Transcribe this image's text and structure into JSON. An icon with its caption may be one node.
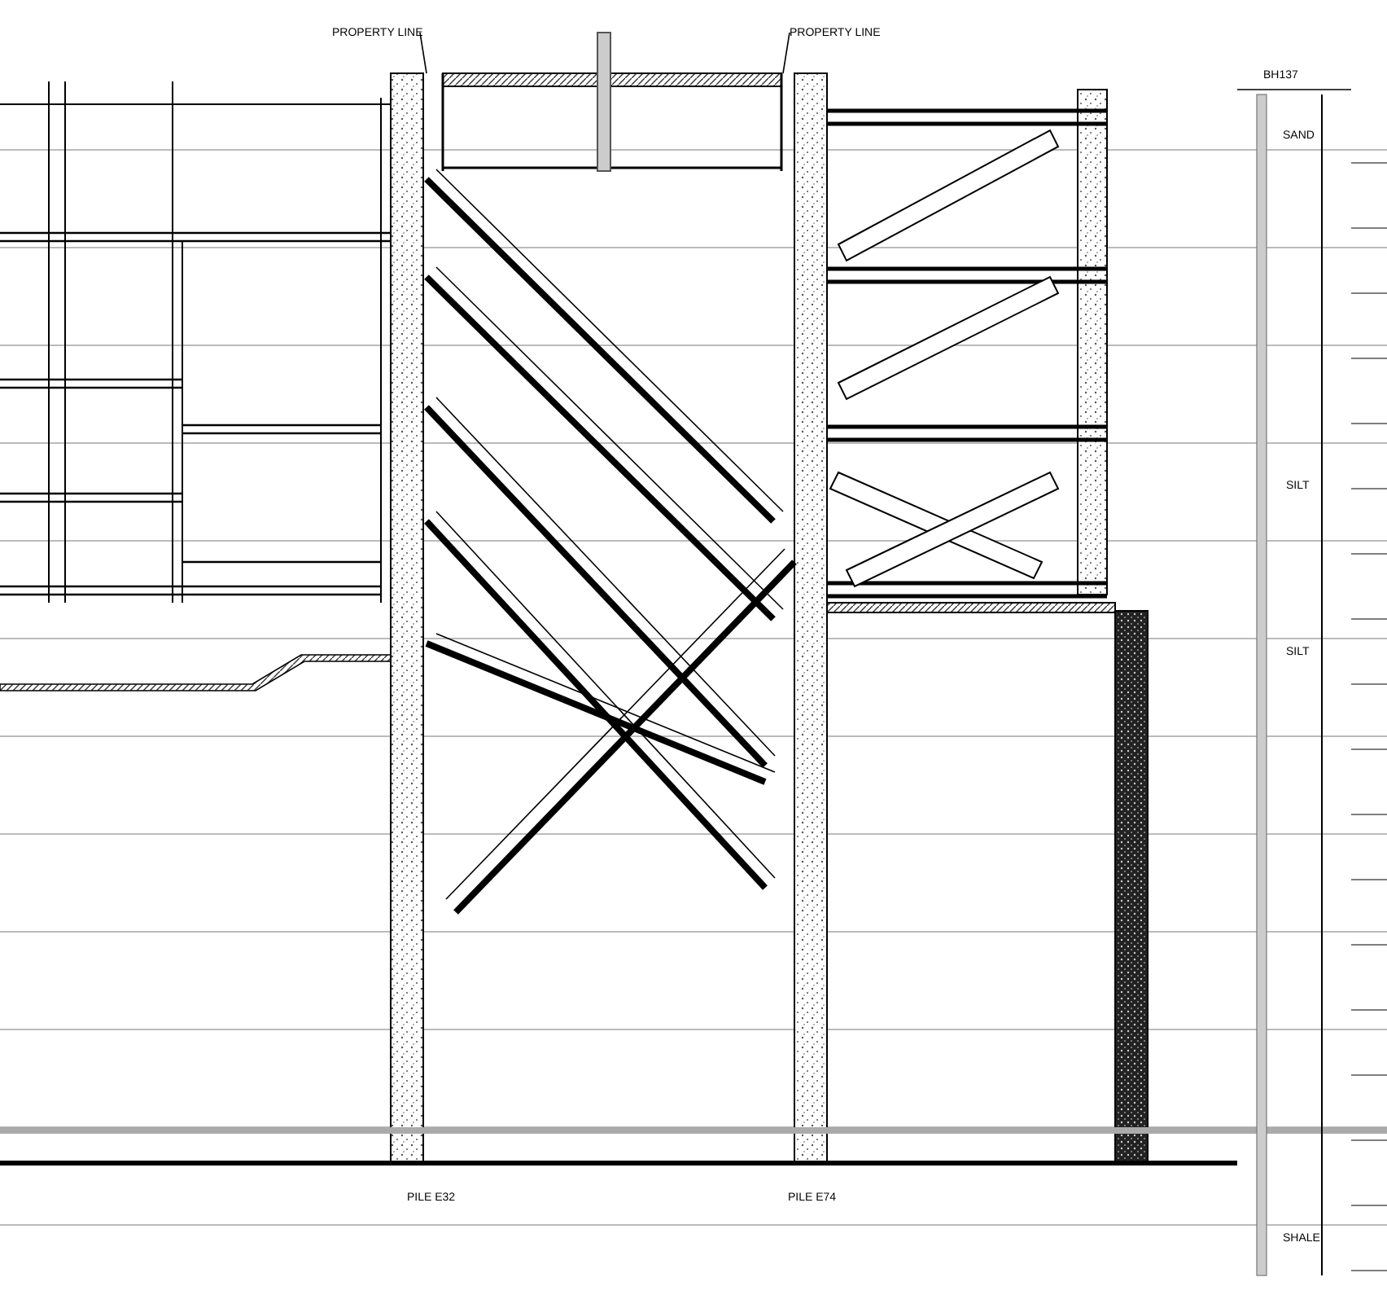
{
  "diagram": {
    "labels": [
      "PROPERTY LINE",
      "PROPERTY LINE",
      "BH137",
      "SAND",
      "SILT",
      "SILT",
      "SHALE",
      "PILE E32",
      "PILE E74"
    ]
  }
}
